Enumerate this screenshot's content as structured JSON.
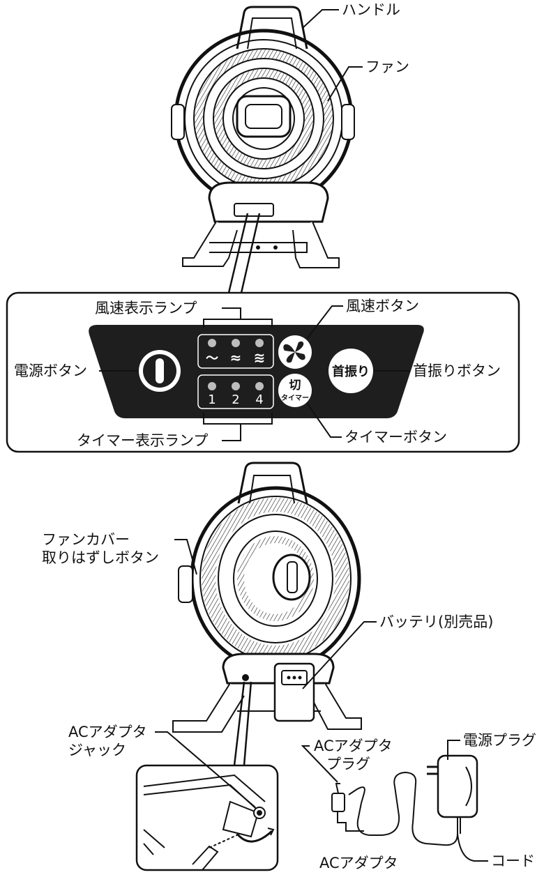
{
  "labels": {
    "handle": "ハンドル",
    "fan": "ファン",
    "speed_lamp": "風速表示ランプ",
    "speed_button": "風速ボタン",
    "power_button": "電源ボタン",
    "swing_button": "首振りボタン",
    "timer_lamp": "タイマー表示ランプ",
    "timer_button": "タイマーボタン",
    "cover_release_line1": "ファンカバー",
    "cover_release_line2": "取りはずしボタン",
    "battery": "バッテリ(別売品)",
    "power_plug": "電源プラグ",
    "ac_jack_line1": "ACアダプタ",
    "ac_jack_line2": "ジャック",
    "ac_plug_line1": "ACアダプタ",
    "ac_plug_line2": "プラグ",
    "ac_adapter": "ACアダプタ",
    "cord": "コード"
  },
  "panel": {
    "swing_icon_text": "首振り",
    "timer_icon_kanji": "切",
    "timer_icon_text": "タイマー",
    "speed_symbols": [
      "～",
      "≈",
      "≋"
    ],
    "timer_values": [
      "1",
      "2",
      "4"
    ]
  },
  "colors": {
    "panel": "#1e1e1e",
    "line": "#111111",
    "lamp": "#bdbdbd"
  }
}
